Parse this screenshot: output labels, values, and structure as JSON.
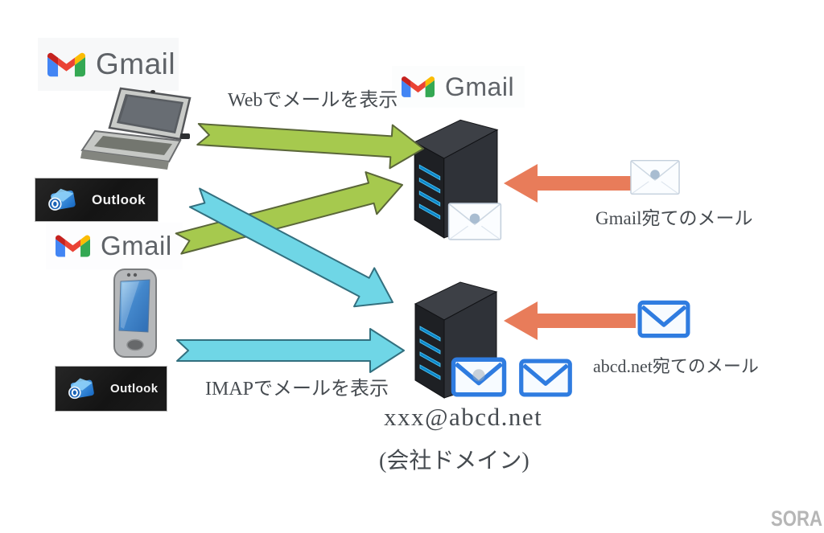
{
  "diagram": {
    "watermark": "SORA",
    "gmail_label": "Gmail",
    "outlook_label": "Outlook",
    "labels": {
      "web_view": "Webでメールを表示",
      "imap_view": "IMAPでメールを表示",
      "to_gmail": "Gmail宛てのメール",
      "to_abcd": "abcd.net宛てのメール",
      "company_address": "xxx@abcd.net",
      "company_domain": "(会社ドメイン)"
    },
    "colors": {
      "green_arrow": "#a6c94e",
      "cyan_arrow": "#6fd6e6",
      "orange_arrow": "#e87c5a",
      "gmail_wordmark": "#5f6368",
      "server_slot_blue": "#1a9ad4",
      "envelope_blue": "#2f7ce0"
    }
  }
}
